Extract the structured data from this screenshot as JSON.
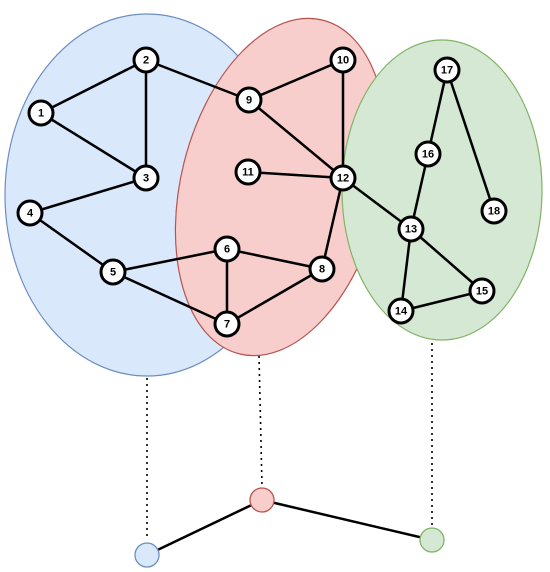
{
  "clusters": [
    {
      "id": "blue",
      "fill": "#dae8fc",
      "stroke": "#6c8ebf"
    },
    {
      "id": "red",
      "fill": "#f8cecc",
      "stroke": "#b85450"
    },
    {
      "id": "green",
      "fill": "#d5e8d4",
      "stroke": "#82b366"
    }
  ],
  "nodes": [
    {
      "id": "n1",
      "label": "1"
    },
    {
      "id": "n2",
      "label": "2"
    },
    {
      "id": "n3",
      "label": "3"
    },
    {
      "id": "n4",
      "label": "4"
    },
    {
      "id": "n5",
      "label": "5"
    },
    {
      "id": "n6",
      "label": "6"
    },
    {
      "id": "n7",
      "label": "7"
    },
    {
      "id": "n8",
      "label": "8"
    },
    {
      "id": "n9",
      "label": "9"
    },
    {
      "id": "n10",
      "label": "10"
    },
    {
      "id": "n11",
      "label": "11"
    },
    {
      "id": "n12",
      "label": "12"
    },
    {
      "id": "n13",
      "label": "13"
    },
    {
      "id": "n14",
      "label": "14"
    },
    {
      "id": "n15",
      "label": "15"
    },
    {
      "id": "n16",
      "label": "16"
    },
    {
      "id": "n17",
      "label": "17"
    },
    {
      "id": "n18",
      "label": "18"
    }
  ],
  "edges": [
    [
      "n1",
      "n2"
    ],
    [
      "n1",
      "n3"
    ],
    [
      "n2",
      "n3"
    ],
    [
      "n2",
      "n9"
    ],
    [
      "n3",
      "n4"
    ],
    [
      "n4",
      "n5"
    ],
    [
      "n5",
      "n6"
    ],
    [
      "n5",
      "n7"
    ],
    [
      "n6",
      "n7"
    ],
    [
      "n6",
      "n8"
    ],
    [
      "n7",
      "n8"
    ],
    [
      "n8",
      "n12"
    ],
    [
      "n9",
      "n10"
    ],
    [
      "n9",
      "n12"
    ],
    [
      "n10",
      "n12"
    ],
    [
      "n11",
      "n12"
    ],
    [
      "n12",
      "n13"
    ],
    [
      "n13",
      "n16"
    ],
    [
      "n16",
      "n17"
    ],
    [
      "n17",
      "n18"
    ],
    [
      "n13",
      "n14"
    ],
    [
      "n13",
      "n15"
    ],
    [
      "n14",
      "n15"
    ]
  ],
  "meta_nodes": [
    {
      "id": "m-blue",
      "fill": "#dae8fc",
      "stroke": "#6c8ebf"
    },
    {
      "id": "m-red",
      "fill": "#f8cecc",
      "stroke": "#b85450"
    },
    {
      "id": "m-green",
      "fill": "#d5e8d4",
      "stroke": "#82b366"
    }
  ],
  "meta_edges": [
    [
      "m-blue",
      "m-red"
    ],
    [
      "m-red",
      "m-green"
    ]
  ]
}
